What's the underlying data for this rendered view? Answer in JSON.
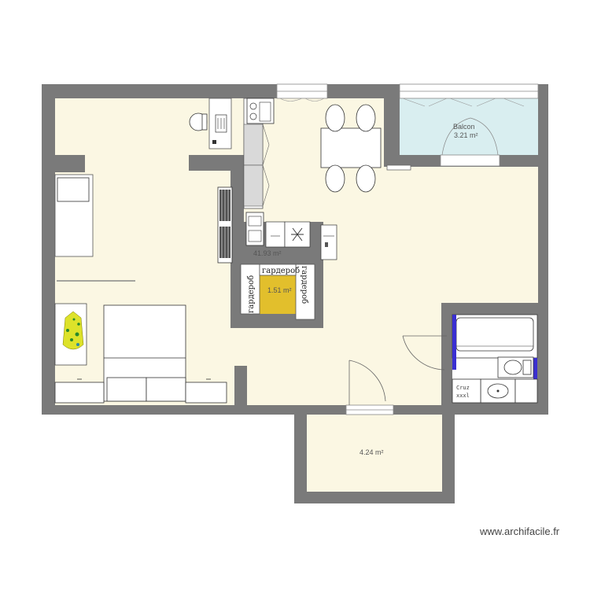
{
  "rooms": {
    "balcony_name": "Balcon",
    "balcony_area": "3.21 m²",
    "main_area": "41.93 m²",
    "closet_area": "1.51 m²",
    "entry_area": "4.24 m²",
    "bath_area": ""
  },
  "labels": {
    "wardrobe": "гардероб",
    "bath_fixture": "Cruz",
    "bath_fixture_sub": "xxxl"
  },
  "watermark": "www.archifacile.fr",
  "colors": {
    "wall": "#7a7a7a",
    "floor": "#fbf7e3",
    "balcony": "#d9eef0",
    "closet": "#e2bf2c",
    "bath_accent": "#3a2fd1",
    "furniture": "#ffffff"
  }
}
